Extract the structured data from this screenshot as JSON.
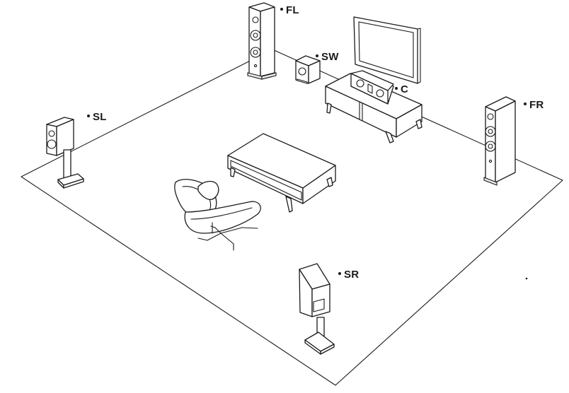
{
  "speakers": {
    "fl": {
      "label": "FL"
    },
    "sw": {
      "label": "SW"
    },
    "c": {
      "label": "C"
    },
    "sl": {
      "label": "SL"
    },
    "fr": {
      "label": "FR"
    },
    "sr": {
      "label": "SR"
    }
  }
}
